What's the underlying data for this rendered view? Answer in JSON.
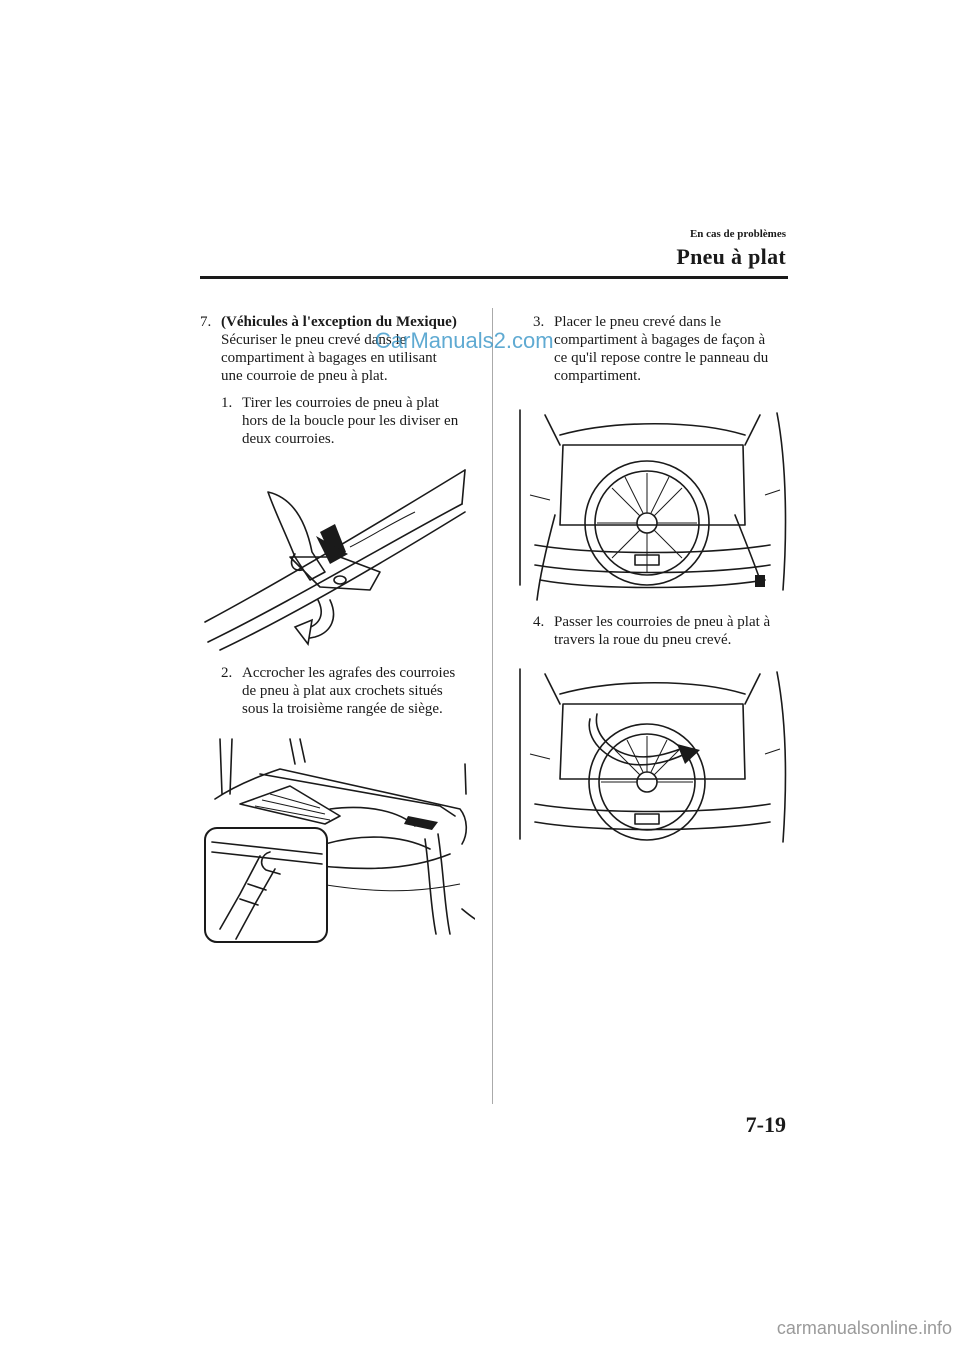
{
  "header": {
    "section": "En cas de problèmes",
    "title": "Pneu à plat"
  },
  "step7": {
    "number": "7.",
    "heading": "(Véhicules à l'exception du Mexique)",
    "lines": [
      "Sécuriser le pneu crevé dans le",
      "compartiment à bagages en utilisant",
      "une courroie de pneu à plat."
    ]
  },
  "substeps": [
    {
      "number": "1.",
      "lines": [
        "Tirer les courroies de pneu à plat",
        "hors de la boucle pour les diviser en",
        "deux courroies."
      ]
    },
    {
      "number": "2.",
      "lines": [
        "Accrocher les agrafes des courroies",
        "de pneu à plat aux crochets situés",
        "sous la troisième rangée de siège."
      ]
    },
    {
      "number": "3.",
      "lines": [
        "Placer le pneu crevé dans le",
        "compartiment à bagages de façon à",
        "ce qu'il repose contre le panneau du",
        "compartiment."
      ]
    },
    {
      "number": "4.",
      "lines": [
        "Passer les courroies de pneu à plat à",
        "travers la roue du pneu crevé."
      ]
    }
  ],
  "watermark": "CarManuals2.com",
  "page_number": "7-19",
  "footer": "carmanualsonline.info",
  "icons": {
    "fig1": "strap-buckle-illustration",
    "fig2": "cargo-hook-illustration",
    "fig3": "tire-in-cargo-illustration",
    "fig4": "strap-through-wheel-illustration"
  }
}
